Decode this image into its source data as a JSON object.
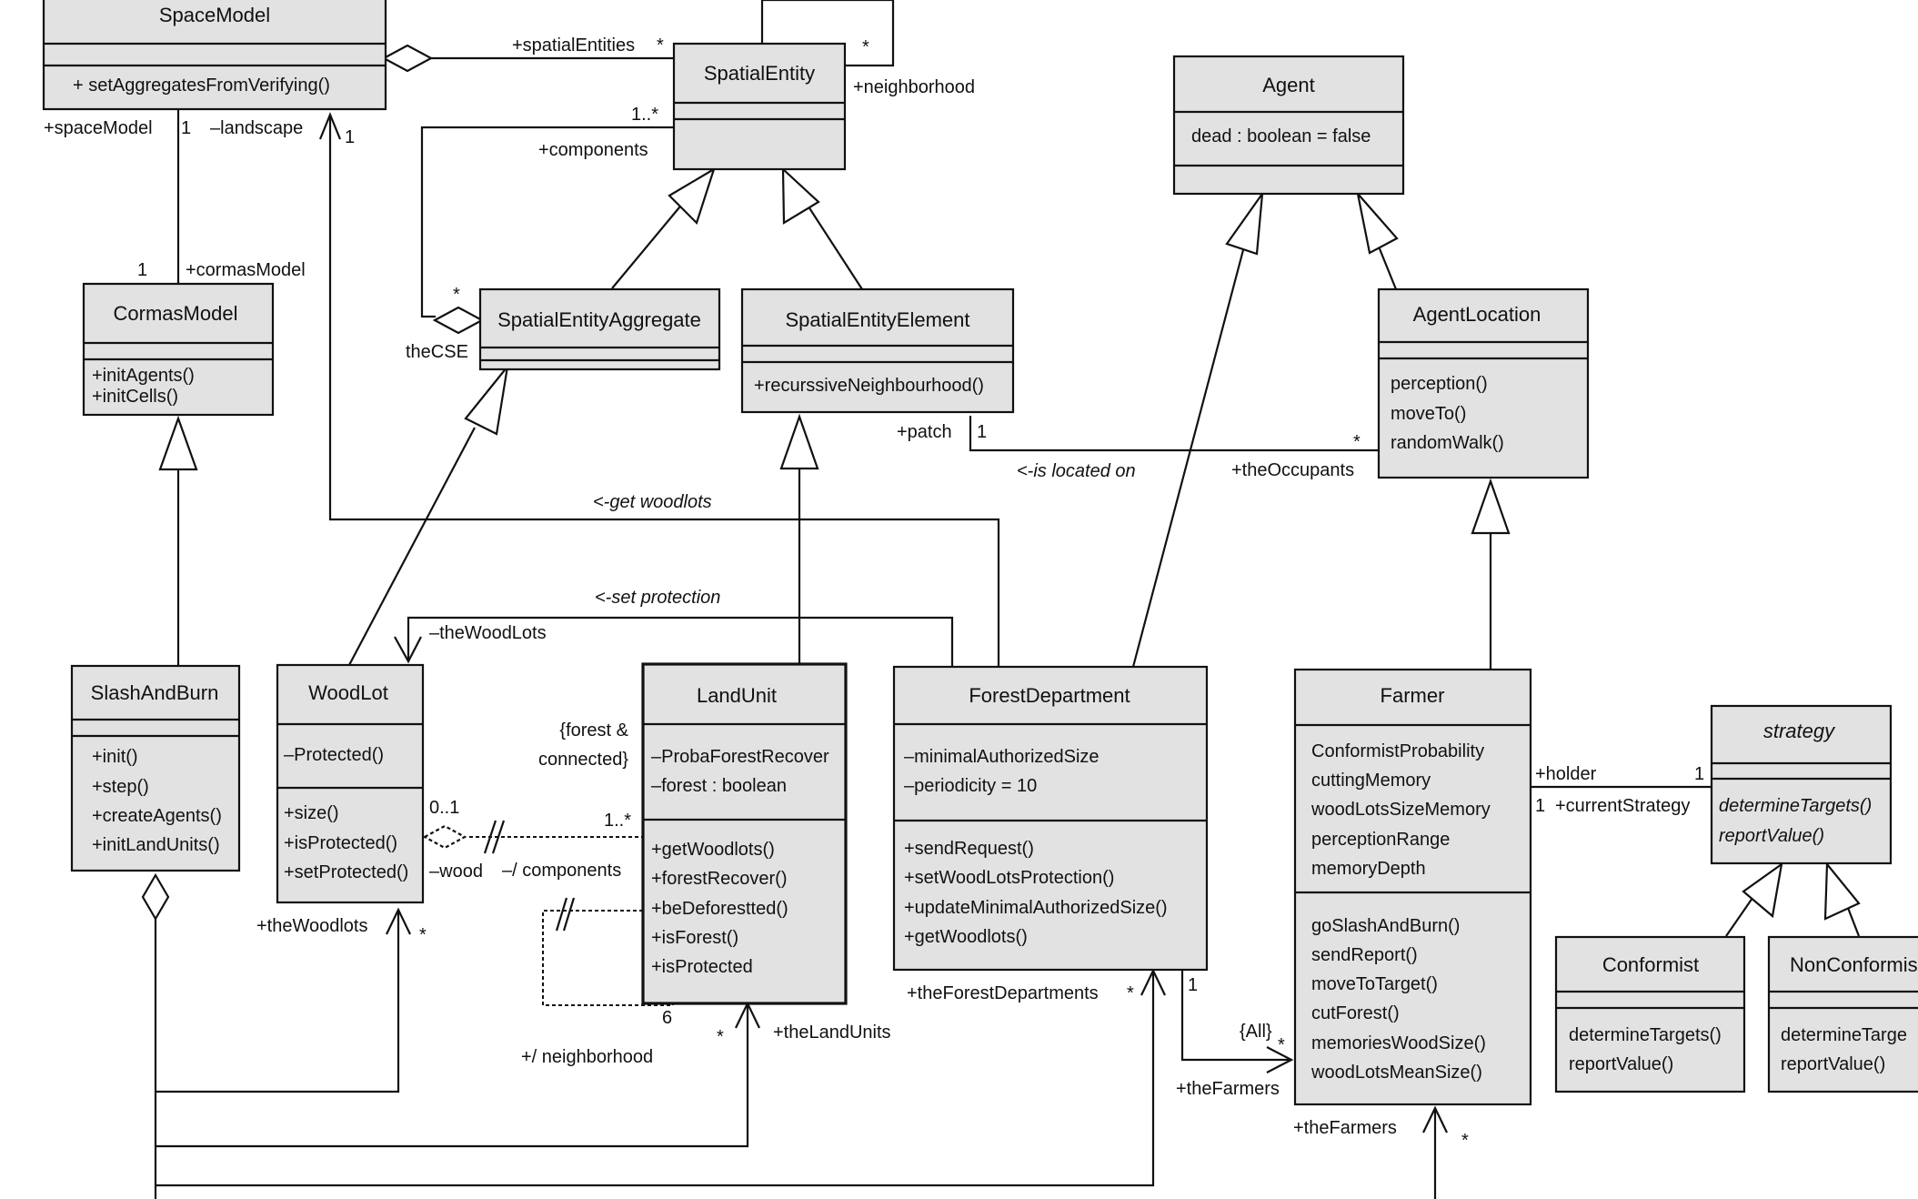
{
  "classes": {
    "spaceModel": {
      "name": "SpaceModel",
      "operations": [
        "+ setAggregatesFromVerifying()"
      ]
    },
    "spatialEntity": {
      "name": "SpatialEntity"
    },
    "agent": {
      "name": "Agent",
      "attributes": [
        "dead : boolean = false"
      ]
    },
    "cormasModel": {
      "name": "CormasModel",
      "operations": [
        "+initAgents()",
        "+initCells()"
      ]
    },
    "spatialEntityAggregate": {
      "name": "SpatialEntityAggregate"
    },
    "spatialEntityElement": {
      "name": "SpatialEntityElement",
      "operations": [
        "+recurssiveNeighbourhood()"
      ]
    },
    "agentLocation": {
      "name": "AgentLocation",
      "operations": [
        "perception()",
        "moveTo()",
        "randomWalk()"
      ]
    },
    "slashAndBurn": {
      "name": "SlashAndBurn",
      "operations": [
        "+init()",
        "+step()",
        "+createAgents()",
        "+initLandUnits()"
      ]
    },
    "woodLot": {
      "name": "WoodLot",
      "attributes": [
        "–Protected()"
      ],
      "operations": [
        "+size()",
        "+isProtected()",
        "+setProtected()"
      ]
    },
    "landUnit": {
      "name": "LandUnit",
      "attributes": [
        "–ProbaForestRecover",
        "–forest : boolean"
      ],
      "operations": [
        "+getWoodlots()",
        "+forestRecover()",
        "+beDeforestted()",
        "+isForest()",
        "+isProtected"
      ]
    },
    "forestDepartment": {
      "name": "ForestDepartment",
      "attributes": [
        "–minimalAuthorizedSize",
        "–periodicity = 10"
      ],
      "operations": [
        "+sendRequest()",
        "+setWoodLotsProtection()",
        "+updateMinimalAuthorizedSize()",
        "+getWoodlots()"
      ]
    },
    "farmer": {
      "name": "Farmer",
      "attributes": [
        "ConformistProbability",
        "cuttingMemory",
        "woodLotsSizeMemory",
        "perceptionRange",
        "memoryDepth"
      ],
      "operations": [
        "goSlashAndBurn()",
        "sendReport()",
        "moveToTarget()",
        "cutForest()",
        "memoriesWoodSize()",
        "woodLotsMeanSize()"
      ]
    },
    "strategy": {
      "name": "strategy",
      "operations": [
        "determineTargets()",
        "reportValue()"
      ]
    },
    "conformist": {
      "name": "Conformist",
      "operations": [
        "determineTargets()",
        "reportValue()"
      ]
    },
    "nonConformist": {
      "name": "NonConformis",
      "operations": [
        "determineTarge",
        "reportValue()"
      ]
    }
  },
  "labels": {
    "spatialEntities": "+spatialEntities",
    "spatialEntitiesMult": "*",
    "neighborhood": "+neighborhood",
    "neighborhoodMult": "*",
    "spaceModelRole": "+spaceModel",
    "spaceModelMult": "1",
    "landscape": "–landscape",
    "landscapeMult": "1",
    "componentsMult": "1..*",
    "components": "+components",
    "cormasModelMult": "1",
    "cormasModelRole": "+cormasModel",
    "aggMult": "*",
    "theCSE": "theCSE",
    "patch": "+patch",
    "patchMult": "1",
    "isLocatedOn": "<-is located on",
    "occupantsMult": "*",
    "theOccupants": "+theOccupants",
    "getWoodlots": "<-get woodlots",
    "setProtection": "<-set protection",
    "theWoodLotsTop": "–theWoodLots",
    "forestConnected1": "{forest &",
    "forestConnected2": "connected}",
    "woodMult": "0..1",
    "wood": "–wood",
    "luComponentsMult": "1..*",
    "luComponents": "–/ components",
    "theWoodlots": "+theWoodlots",
    "theWoodlotsMult": "*",
    "sixMult": "6",
    "derivedNeighborhood": "+/ neighborhood",
    "landUnitsMult": "*",
    "theLandUnits": "+theLandUnits",
    "theForestDepartments": "+theForestDepartments",
    "theForestDepartmentsMult": "*",
    "fdMult": "1",
    "allConstraint": "{All}",
    "farmersMult": "*",
    "theFarmersRight": "+theFarmers",
    "theFarmersBottom": "+theFarmers",
    "theFarmersBottomMult": "*",
    "holder": "+holder",
    "holderMult": "1",
    "currentStrategyMult": "1",
    "currentStrategy": "+currentStrategy"
  }
}
